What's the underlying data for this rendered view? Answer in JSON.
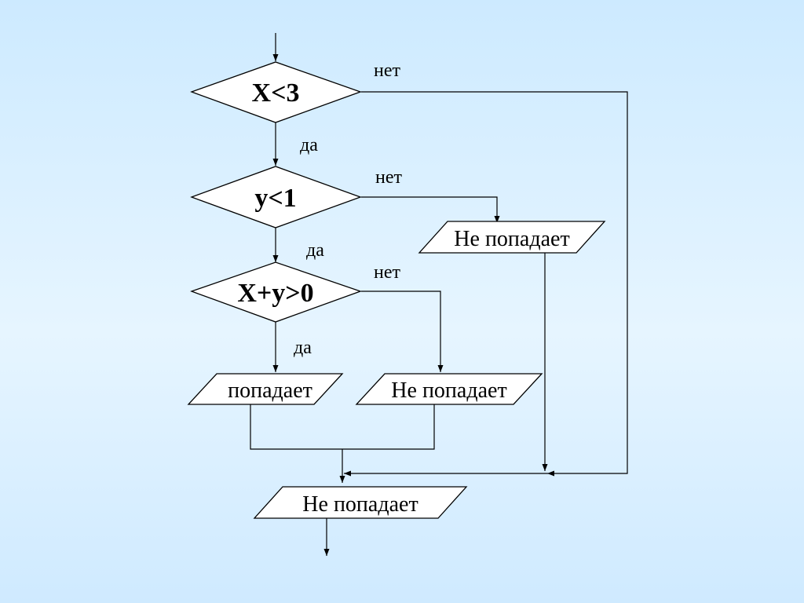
{
  "flowchart": {
    "conditions": {
      "c1": "X<3",
      "c2": "y<1",
      "c3": "X+y>0"
    },
    "outputs": {
      "o1": "Не попадает",
      "o2": "попадает",
      "o3": "Не попадает",
      "o4": "Не попадает"
    },
    "labels": {
      "c1_no": "нет",
      "c1_yes": "да",
      "c2_no": "нет",
      "c2_yes": "да",
      "c3_no": "нет",
      "c3_yes": "да"
    }
  }
}
